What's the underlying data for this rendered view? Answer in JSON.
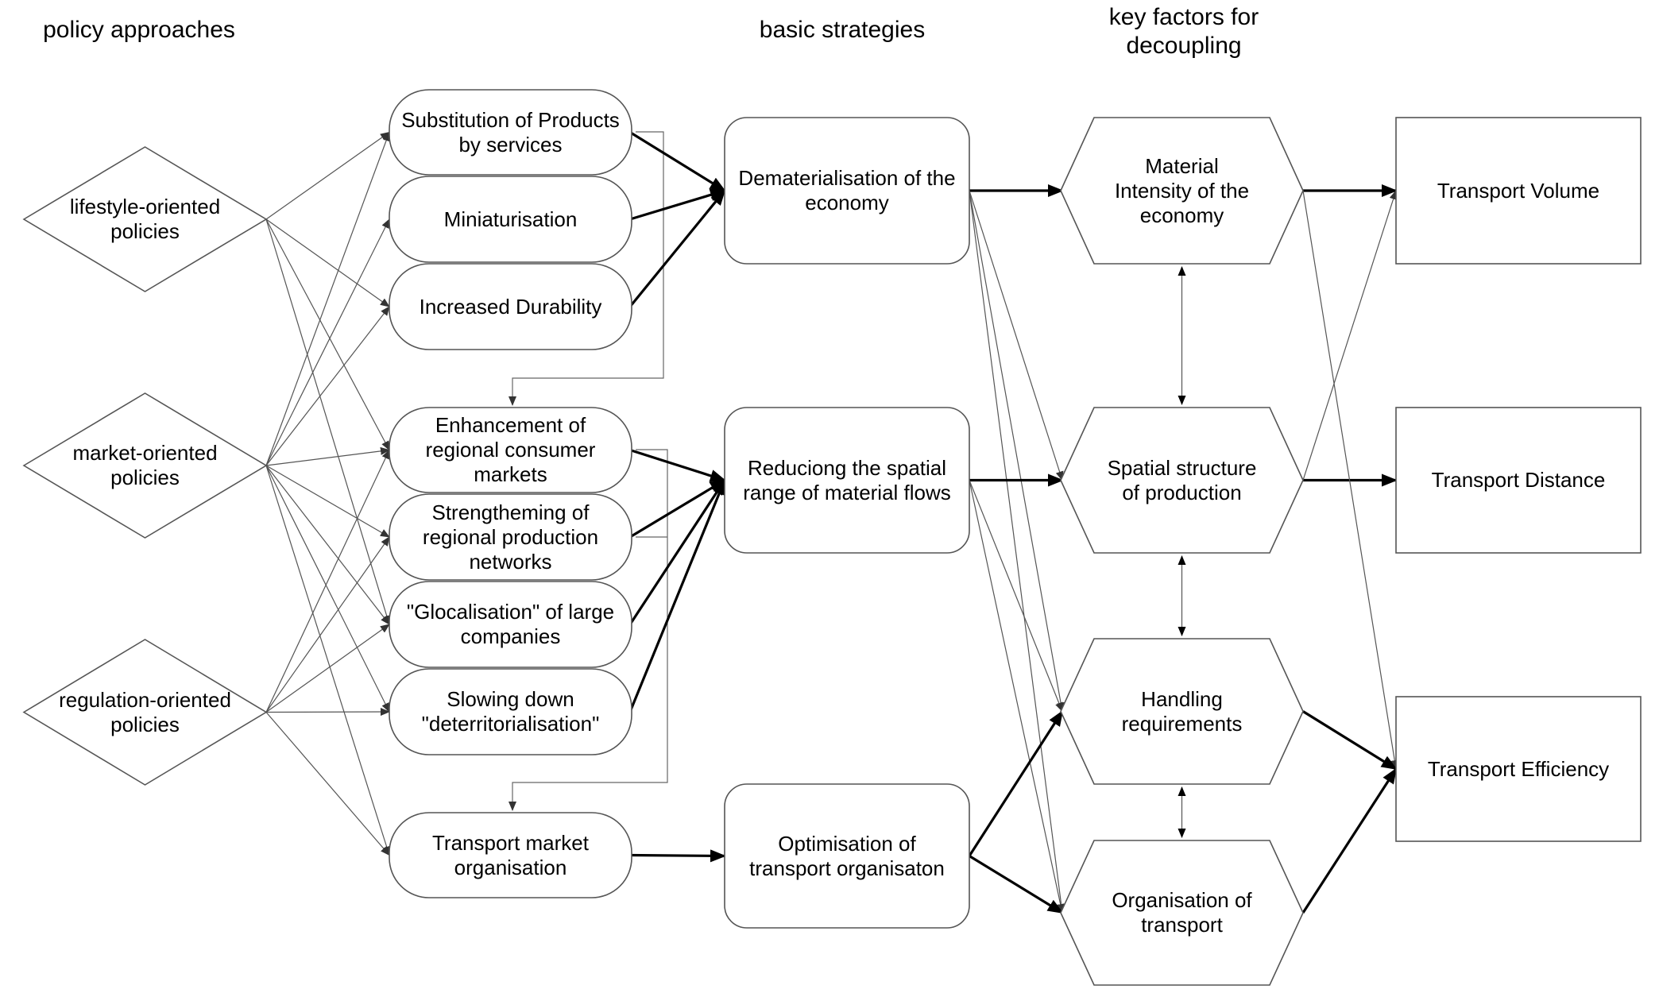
{
  "headers": {
    "policy": "policy approaches",
    "strategies": "basic strategies",
    "factors": "key factors for\ndecoupling"
  },
  "policies": [
    {
      "id": "lifestyle",
      "label": "lifestyle-oriented\npolicies"
    },
    {
      "id": "market",
      "label": "market-oriented\npolicies"
    },
    {
      "id": "regulation",
      "label": "regulation-oriented\npolicies"
    }
  ],
  "measures": [
    {
      "id": "substitution",
      "label": "Substitution of Products\nby services"
    },
    {
      "id": "miniaturisation",
      "label": "Miniaturisation"
    },
    {
      "id": "durability",
      "label": "Increased Durability"
    },
    {
      "id": "enhancement",
      "label": "Enhancement of\nregional consumer\nmarkets"
    },
    {
      "id": "strengthening",
      "label": "Strengtheming of\nregional production\nnetworks"
    },
    {
      "id": "glocalisation",
      "label": "\"Glocalisation\" of large\ncompanies"
    },
    {
      "id": "slowing",
      "label": "Slowing down\n\"deterritorialisation\""
    },
    {
      "id": "transport_market",
      "label": "Transport market\norganisation"
    }
  ],
  "strategies": [
    {
      "id": "dematerialisation",
      "label": "Dematerialisation of the\neconomy"
    },
    {
      "id": "spatial_range",
      "label": "Reduciong the spatial\nrange of material flows"
    },
    {
      "id": "optimisation",
      "label": "Optimisation of\ntransport organisaton"
    }
  ],
  "factors": [
    {
      "id": "material_intensity",
      "label": "Material\nIntensity of the\neconomy"
    },
    {
      "id": "spatial_structure",
      "label": "Spatial structure\nof production"
    },
    {
      "id": "handling",
      "label": "Handling\nrequirements"
    },
    {
      "id": "organisation",
      "label": "Organisation of\ntransport"
    }
  ],
  "outcomes": [
    {
      "id": "volume",
      "label": "Transport Volume"
    },
    {
      "id": "distance",
      "label": "Transport Distance"
    },
    {
      "id": "efficiency",
      "label": "Transport Efficiency"
    }
  ],
  "edges": [
    {
      "from": "lifestyle",
      "to": "substitution",
      "weight": "thin"
    },
    {
      "from": "lifestyle",
      "to": "durability",
      "weight": "thin"
    },
    {
      "from": "lifestyle",
      "to": "enhancement",
      "weight": "thin"
    },
    {
      "from": "lifestyle",
      "to": "glocalisation",
      "weight": "thin"
    },
    {
      "from": "market",
      "to": "substitution",
      "weight": "thin"
    },
    {
      "from": "market",
      "to": "miniaturisation",
      "weight": "thin"
    },
    {
      "from": "market",
      "to": "durability",
      "weight": "thin"
    },
    {
      "from": "market",
      "to": "enhancement",
      "weight": "thin"
    },
    {
      "from": "market",
      "to": "strengthening",
      "weight": "thin"
    },
    {
      "from": "market",
      "to": "glocalisation",
      "weight": "thin"
    },
    {
      "from": "market",
      "to": "slowing",
      "weight": "thin"
    },
    {
      "from": "market",
      "to": "transport_market",
      "weight": "thin"
    },
    {
      "from": "regulation",
      "to": "enhancement",
      "weight": "thin"
    },
    {
      "from": "regulation",
      "to": "strengthening",
      "weight": "thin"
    },
    {
      "from": "regulation",
      "to": "glocalisation",
      "weight": "thin"
    },
    {
      "from": "regulation",
      "to": "slowing",
      "weight": "thin"
    },
    {
      "from": "regulation",
      "to": "transport_market",
      "weight": "thin"
    },
    {
      "from": "substitution",
      "to": "dematerialisation",
      "weight": "thick"
    },
    {
      "from": "miniaturisation",
      "to": "dematerialisation",
      "weight": "thick"
    },
    {
      "from": "durability",
      "to": "dematerialisation",
      "weight": "thick"
    },
    {
      "from": "enhancement",
      "to": "spatial_range",
      "weight": "thick"
    },
    {
      "from": "strengthening",
      "to": "spatial_range",
      "weight": "thick"
    },
    {
      "from": "glocalisation",
      "to": "spatial_range",
      "weight": "thick"
    },
    {
      "from": "slowing",
      "to": "spatial_range",
      "weight": "thick"
    },
    {
      "from": "transport_market",
      "to": "optimisation",
      "weight": "thick"
    },
    {
      "from": "dematerialisation",
      "to": "material_intensity",
      "weight": "thick"
    },
    {
      "from": "dematerialisation",
      "to": "spatial_structure",
      "weight": "thin"
    },
    {
      "from": "dematerialisation",
      "to": "handling",
      "weight": "thin"
    },
    {
      "from": "dematerialisation",
      "to": "organisation",
      "weight": "thin"
    },
    {
      "from": "spatial_range",
      "to": "spatial_structure",
      "weight": "thick"
    },
    {
      "from": "spatial_range",
      "to": "handling",
      "weight": "thin"
    },
    {
      "from": "spatial_range",
      "to": "organisation",
      "weight": "thin"
    },
    {
      "from": "optimisation",
      "to": "handling",
      "weight": "thick"
    },
    {
      "from": "optimisation",
      "to": "organisation",
      "weight": "thick"
    },
    {
      "from": "material_intensity",
      "to": "volume",
      "weight": "thick"
    },
    {
      "from": "spatial_structure",
      "to": "distance",
      "weight": "thick"
    },
    {
      "from": "spatial_structure",
      "to": "volume",
      "weight": "thin"
    },
    {
      "from": "material_intensity",
      "to": "efficiency",
      "weight": "thin"
    },
    {
      "from": "handling",
      "to": "efficiency",
      "weight": "thick"
    },
    {
      "from": "organisation",
      "to": "efficiency",
      "weight": "thick"
    }
  ],
  "bidirectional": [
    {
      "a": "material_intensity",
      "b": "spatial_structure"
    },
    {
      "a": "spatial_structure",
      "b": "handling"
    },
    {
      "a": "handling",
      "b": "organisation"
    }
  ]
}
